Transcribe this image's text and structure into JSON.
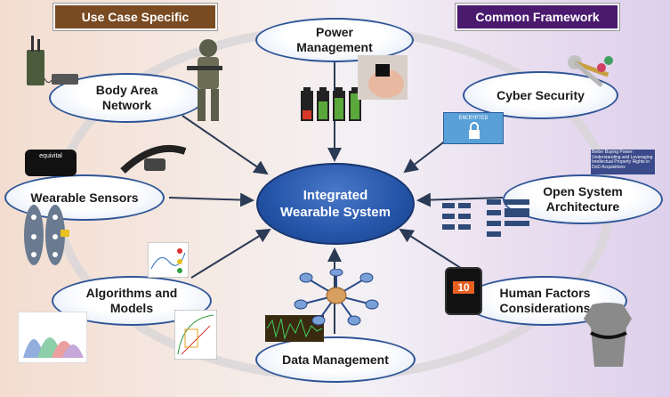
{
  "badges": {
    "left": "Use Case Specific",
    "right": "Common Framework"
  },
  "hub": {
    "line1": "Integrated",
    "line2": "Wearable System"
  },
  "nodes": {
    "power": {
      "line1": "Power",
      "line2": "Management"
    },
    "body": {
      "line1": "Body Area",
      "line2": "Network"
    },
    "cyber": {
      "line1": "Cyber Security"
    },
    "sensors": {
      "line1": "Wearable Sensors"
    },
    "open": {
      "line1": "Open System",
      "line2": "Architecture"
    },
    "algorithms": {
      "line1": "Algorithms and",
      "line2": "Models"
    },
    "human": {
      "line1": "Human Factors",
      "line2": "Considerations"
    },
    "data": {
      "line1": "Data Management"
    }
  },
  "images": {
    "encrypted_text": "ENCRYPTED",
    "device_brand": "equivital",
    "book_cover_text": "Better Buying Power: Understanding and Leveraging Intellectual Property Rights in DoD Acquisitions",
    "watch_value": "10"
  },
  "colors": {
    "hub": "#2454a8",
    "oval_border": "#2f5597",
    "badge_left": "#7a4a22",
    "badge_right": "#4a1a6e",
    "arrow": "#2b3a55"
  }
}
